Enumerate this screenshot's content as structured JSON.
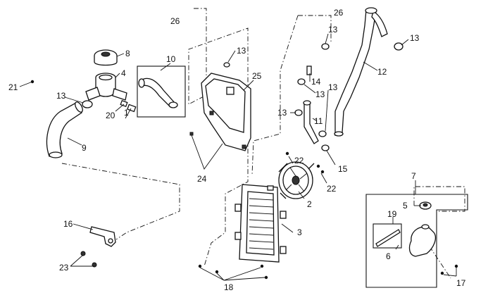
{
  "diagram": {
    "callouts": {
      "c1": "1",
      "c2": "2",
      "c3": "3",
      "c4": "4",
      "c5": "5",
      "c6": "6",
      "c7": "7",
      "c8": "8",
      "c9": "9",
      "c10": "10",
      "c11": "11",
      "c12": "12",
      "c13a": "13",
      "c13b": "13",
      "c13c": "13",
      "c13d": "13",
      "c13e": "13",
      "c13f": "13",
      "c13g": "13",
      "c14": "14",
      "c15": "15",
      "c16": "16",
      "c17": "17",
      "c18": "18",
      "c19": "19",
      "c20": "20",
      "c21": "21",
      "c22a": "22",
      "c22b": "22",
      "c23": "23",
      "c24": "24",
      "c25": "25",
      "c26a": "26",
      "c26b": "26"
    }
  }
}
